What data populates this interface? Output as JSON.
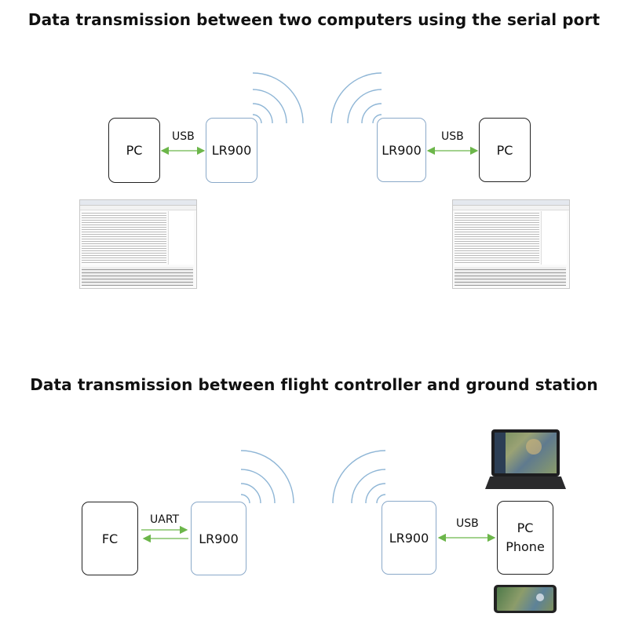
{
  "section1": {
    "title": "Data transmission between two computers using the serial port",
    "left": {
      "pc_label": "PC",
      "link_label": "USB",
      "radio_label": "LR900"
    },
    "right": {
      "radio_label": "LR900",
      "link_label": "USB",
      "pc_label": "PC"
    }
  },
  "section2": {
    "title": "Data transmission between flight controller and ground station",
    "left": {
      "fc_label": "FC",
      "link_label": "UART",
      "radio_label": "LR900"
    },
    "right": {
      "radio_label": "LR900",
      "link_label": "USB",
      "device_line1": "PC",
      "device_line2": "Phone"
    }
  },
  "colors": {
    "arrow": "#6cb64a",
    "wave": "#8fb6d6",
    "radio_border": "#8aa9c9"
  }
}
